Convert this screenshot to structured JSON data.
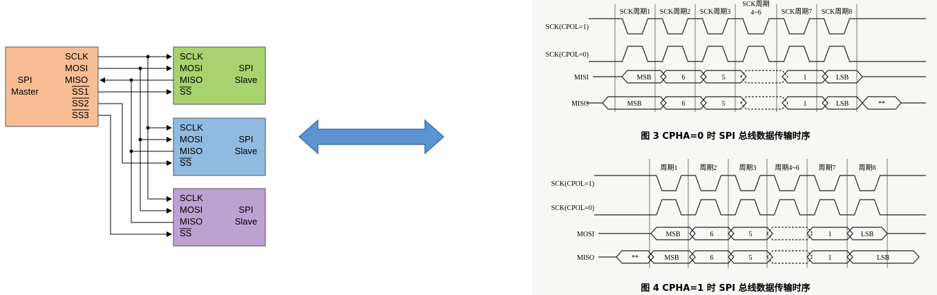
{
  "spi_block_diagram": {
    "master": {
      "title_line1": "SPI",
      "title_line2": "Master",
      "pins": [
        "SCLK",
        "MOSI",
        "MISO",
        "SS1",
        "SS2",
        "SS3"
      ],
      "overlined_pins": [
        "SS1",
        "SS2",
        "SS3"
      ],
      "color": "#f9bd95"
    },
    "slaves": [
      {
        "pins": [
          "SCLK",
          "MOSI",
          "MISO",
          "SS"
        ],
        "title_line1": "SPI",
        "title_line2": "Slave",
        "color": "#a7d36f"
      },
      {
        "pins": [
          "SCLK",
          "MOSI",
          "MISO",
          "SS"
        ],
        "title_line1": "SPI",
        "title_line2": "Slave",
        "color": "#90badf"
      },
      {
        "pins": [
          "SCLK",
          "MOSI",
          "MISO",
          "SS"
        ],
        "title_line1": "SPI",
        "title_line2": "Slave",
        "color": "#bda1d2"
      }
    ]
  },
  "double_arrow": {
    "color": "#5b93d3",
    "stroke": "#3f73b0"
  },
  "timing_fig3": {
    "cycle_labels": [
      "SCK周期1",
      "SCK周期2",
      "SCK周期3",
      "SCK周期\n4~6",
      "SCK周期7",
      "SCK周期8"
    ],
    "signals": [
      "SCK(CPOL=1)",
      "SCK(CPOL=0)",
      "MISI",
      "MISO"
    ],
    "mosi_bits": [
      "MSB",
      "6",
      "5",
      "",
      "1",
      "LSB"
    ],
    "miso_bits": [
      "MSB",
      "6",
      "5",
      "",
      "1",
      "LSB",
      "**"
    ],
    "caption": "图 3   CPHA=0 时 SPI 总线数据传输时序"
  },
  "timing_fig4": {
    "cycle_labels": [
      "周期1",
      "周期2",
      "周期3",
      "周期4~6",
      "周期7",
      "周期8"
    ],
    "signals": [
      "SCK(CPOL=1)",
      "SCK(CPOL=0)",
      "MOSI",
      "MISO"
    ],
    "mosi_bits": [
      "MSB",
      "6",
      "5",
      "",
      "1",
      "LSB"
    ],
    "miso_bits": [
      "**",
      "MSB",
      "6",
      "5",
      "",
      "1",
      "LSB"
    ],
    "caption": "图 4   CPHA=1 时 SPI 总线数据传输时序"
  }
}
